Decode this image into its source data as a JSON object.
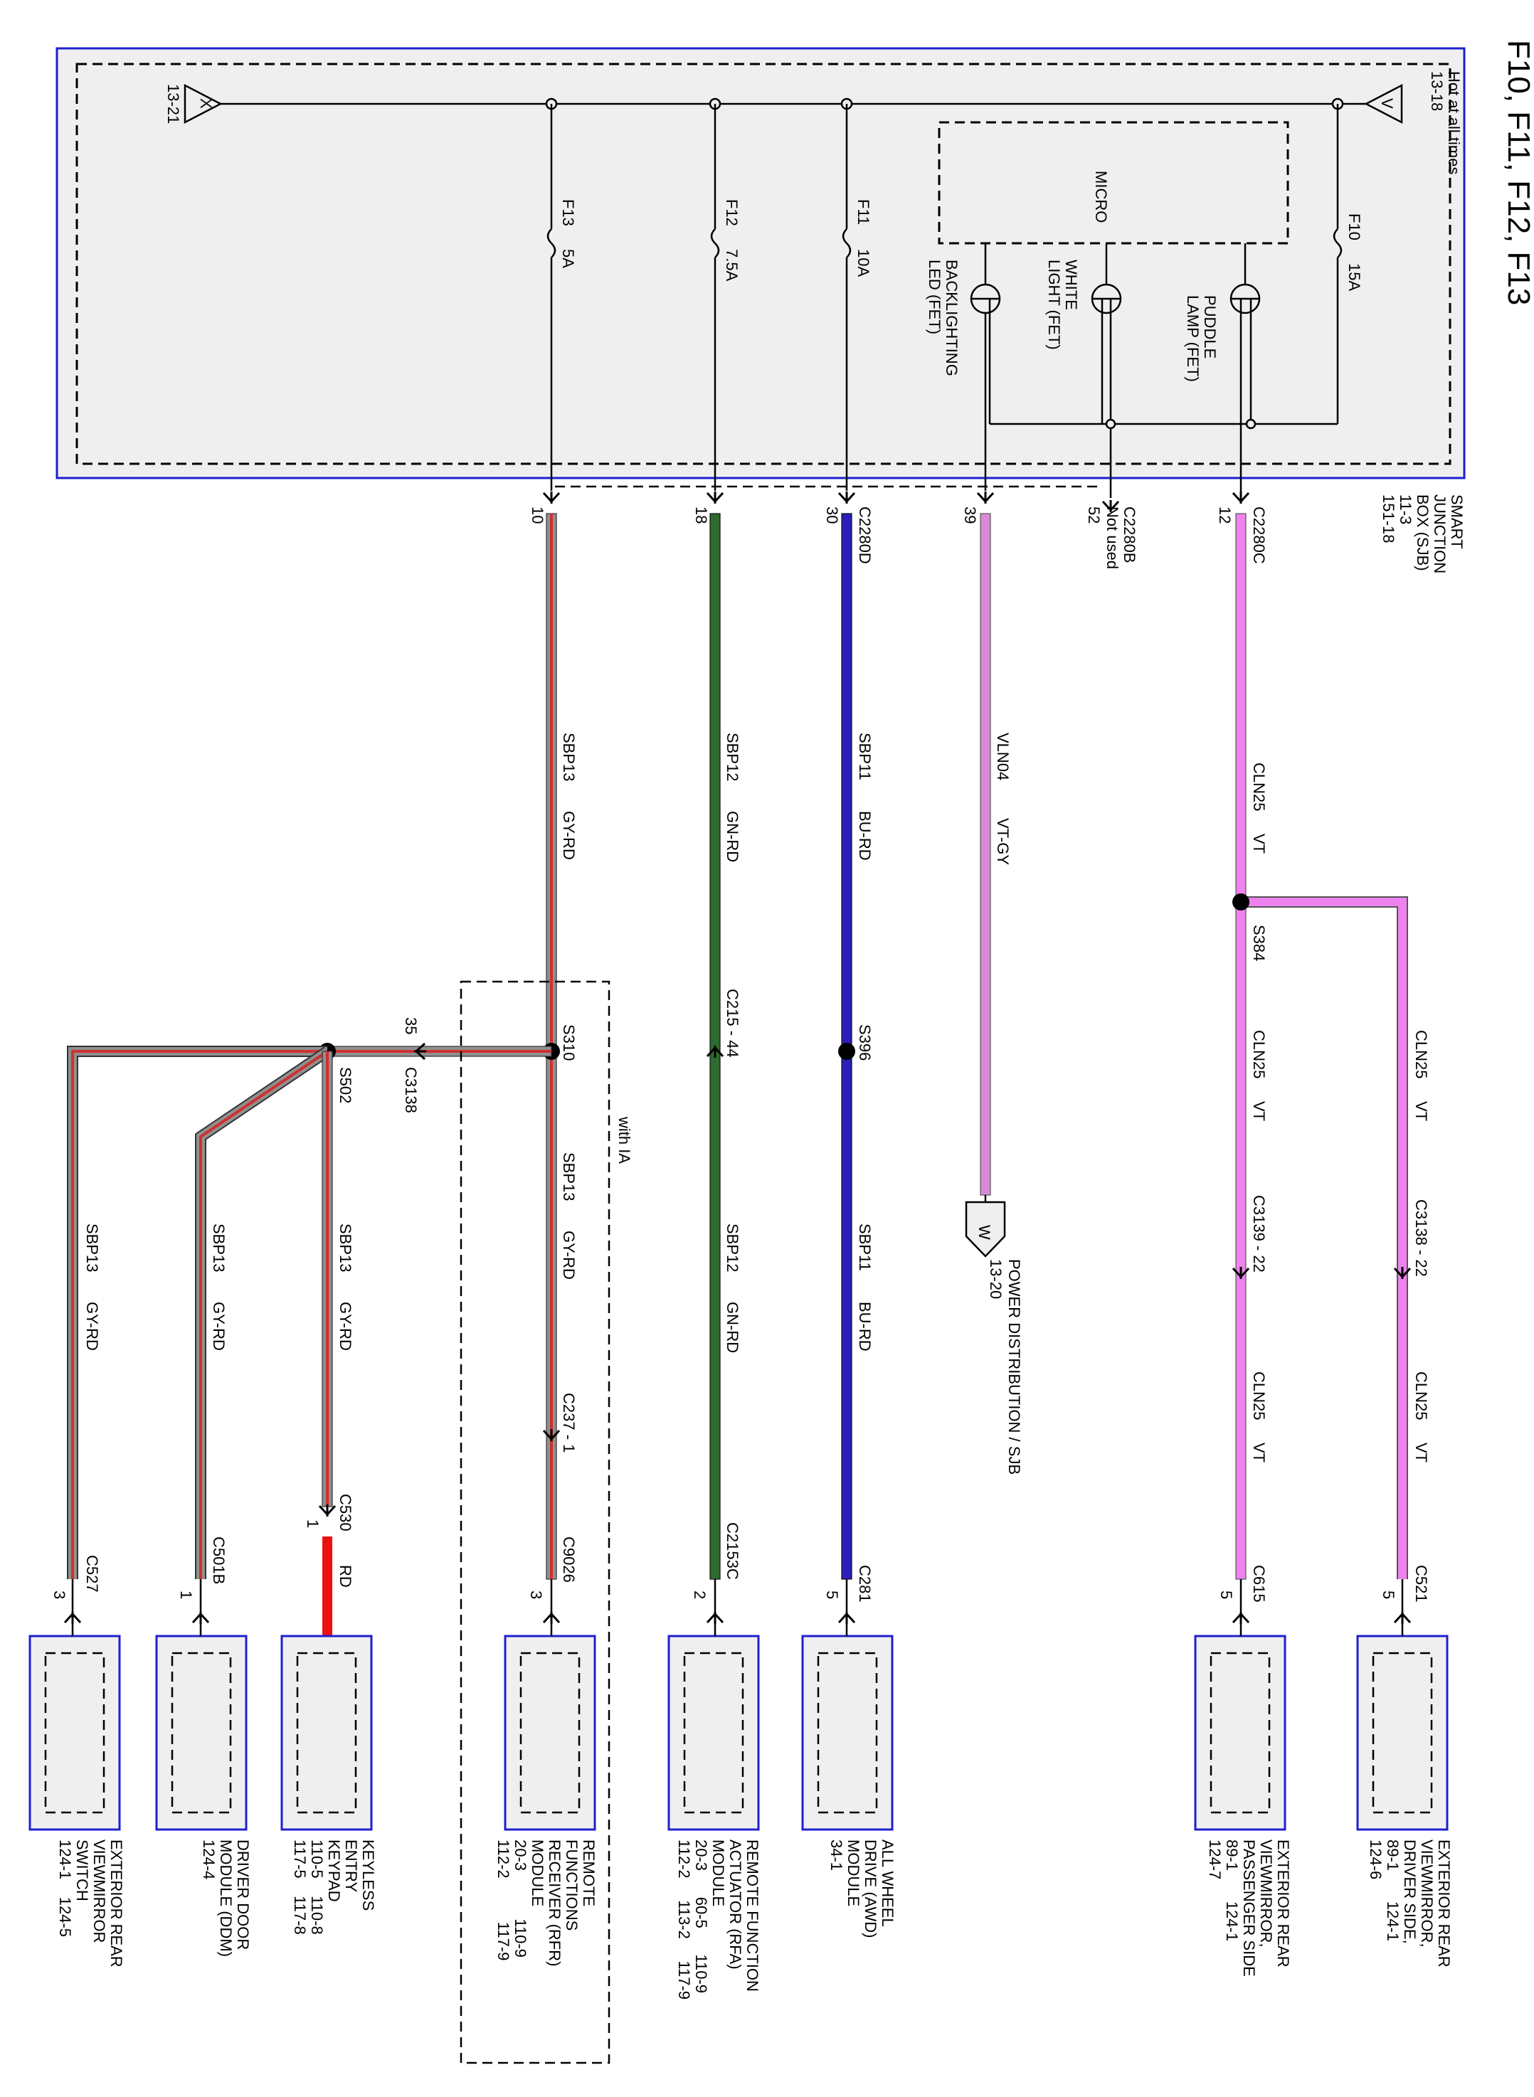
{
  "title": "F10, F11, F12, F13",
  "colors": {
    "frame": "#1f1fd0",
    "panel": "#efefef",
    "pink": "#ee82ee",
    "violet_gray": "#d98ad9",
    "blue": "#2a1fb8",
    "green": "#2e6b2e",
    "gray_red_base": "#909090",
    "gray_red_stripe": "#d03030",
    "red": "#ee1111"
  },
  "sjb": {
    "name": "SMART JUNCTION BOX (SJB)",
    "refs": [
      "11-3",
      "151-18"
    ],
    "hot": "Hot at all times",
    "in_ref": "13-18",
    "in_tag": "V",
    "out_tag": "X",
    "out_ref": "13-21",
    "micro": "MICRO",
    "fets": [
      {
        "label": [
          "PUDDLE",
          "LAMP (FET)"
        ]
      },
      {
        "label": [
          "WHITE",
          "LIGHT (FET)"
        ]
      },
      {
        "label": [
          "BACKLIGHTING",
          "LED (FET)"
        ]
      }
    ],
    "fuses": [
      {
        "name": "F10",
        "rating": "15A"
      },
      {
        "name": "F11",
        "rating": "10A"
      },
      {
        "name": "F12",
        "rating": "7.5A"
      },
      {
        "name": "F13",
        "rating": "5A"
      }
    ]
  },
  "sjb_connectors": [
    {
      "conn": "C2280C",
      "pin": "12"
    },
    {
      "conn": "C2280B",
      "pin": "52",
      "note": "Not used"
    },
    {
      "pin": "39"
    },
    {
      "conn": "C2280D",
      "pin": "30"
    },
    {
      "pin": "18"
    },
    {
      "pin": "10"
    }
  ],
  "wires": {
    "cln25": "CLN25",
    "vt": "VT",
    "vln04": "VLN04",
    "vt_gy": "VT-GY",
    "sbp11": "SBP11",
    "bu_rd": "BU-RD",
    "sbp12": "SBP12",
    "gn_rd": "GN-RD",
    "sbp13": "SBP13",
    "gy_rd": "GY-RD",
    "rd": "RD"
  },
  "splices": {
    "s384": "S384",
    "s396": "S396",
    "s310": "S310",
    "s502": "S502"
  },
  "inline": {
    "c3138_22": "C3138 - 22",
    "c3139_22": "C3139 - 22",
    "c215_44": "C215 - 44",
    "c237_1": "C237 - 1",
    "c3138": "C3138",
    "c3138_pin": "35",
    "with_ia": "with IA"
  },
  "w_ref": {
    "tag": "W",
    "label": "POWER DISTRIBUTION / SJB",
    "ref": "13-20"
  },
  "components": [
    {
      "conn": "C521",
      "pin": "5",
      "lines": [
        "EXTERIOR REAR",
        "VIEWMIRROR,",
        "DRIVER SIDE,",
        "89-1       124-1",
        "124-6"
      ]
    },
    {
      "conn": "C615",
      "pin": "5",
      "lines": [
        "EXTERIOR REAR",
        "VIEWMIRROR,",
        "PASSENGER SIDE",
        "89-1       124-1",
        "124-7"
      ]
    },
    {
      "conn": "C281",
      "pin": "5",
      "lines": [
        "ALL WHEEL",
        "DRIVE (AWD)",
        "MODULE",
        "34-1"
      ]
    },
    {
      "conn": "C2153C",
      "pin": "2",
      "lines": [
        "REMOTE FUNCTION",
        "ACTUATOR (RFA)",
        "MODULE",
        "20-3      60-5      110-9",
        "112-2     113-2     117-9"
      ]
    },
    {
      "conn": "C9026",
      "pin": "3",
      "lines": [
        "REMOTE",
        "FUNCTIONS",
        "RECEIVER (RFR)",
        "MODULE",
        "20-3           110-9",
        "112-2          117-9"
      ]
    },
    {
      "conn": "C530",
      "pin": "1",
      "lines": [
        "KEYLESS",
        "ENTRY",
        "KEYPAD",
        "110-5    110-8",
        "117-5    117-8"
      ]
    },
    {
      "conn": "C501B",
      "pin": "1",
      "lines": [
        "DRIVER DOOR",
        "MODULE (DDM)",
        "124-4"
      ]
    },
    {
      "conn": "C527",
      "pin": "3",
      "lines": [
        "EXTERIOR REAR",
        "VIEWMIRROR",
        "SWITCH",
        "124-1    124-5"
      ]
    }
  ]
}
